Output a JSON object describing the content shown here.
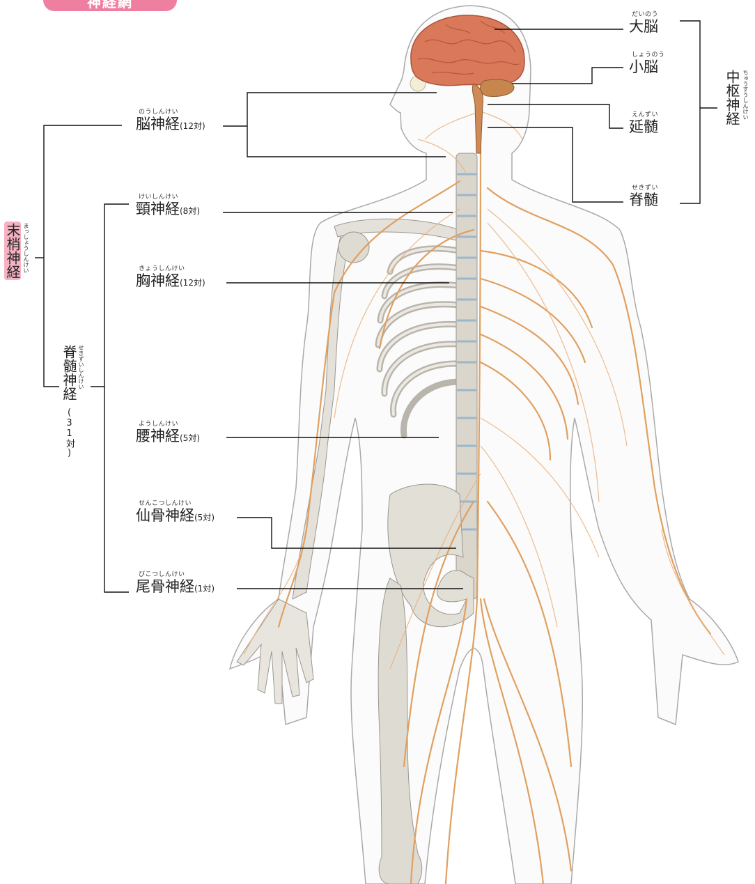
{
  "header": {
    "title": "神経網"
  },
  "central": {
    "group": {
      "label": "中枢神経",
      "ruby": "ちゅうすうしんけい"
    },
    "items": [
      {
        "label": "大脳",
        "ruby": "だいのう"
      },
      {
        "label": "小脳",
        "ruby": "しょうのう"
      },
      {
        "label": "延髄",
        "ruby": "えんずい"
      },
      {
        "label": "脊髄",
        "ruby": "せきずい"
      }
    ]
  },
  "peripheral": {
    "group": {
      "label": "末梢神経",
      "ruby": "まっしょうしんけい"
    },
    "cranial": {
      "label": "脳神経",
      "ruby": "のうしんけい",
      "pairs": "(12対)"
    },
    "spinal": {
      "label": "脊髄神経",
      "ruby": "せきずいしんけい",
      "pairs": "(31対)"
    },
    "spinal_items": [
      {
        "label": "頸神経",
        "ruby": "けいしんけい",
        "pairs": "(8対)"
      },
      {
        "label": "胸神経",
        "ruby": "きょうしんけい",
        "pairs": "(12対)"
      },
      {
        "label": "腰神経",
        "ruby": "ようしんけい",
        "pairs": "(5対)"
      },
      {
        "label": "仙骨神経",
        "ruby": "せんこつしんけい",
        "pairs": "(5対)"
      },
      {
        "label": "尾骨神経",
        "ruby": "びこつしんけい",
        "pairs": "(1対)"
      }
    ]
  },
  "colors": {
    "tab": "#ef7fa0",
    "highlight": "#f6b2c3",
    "nerve": "#e0a060",
    "bone": "#d9d6cf",
    "brain": "#d77a5a"
  }
}
